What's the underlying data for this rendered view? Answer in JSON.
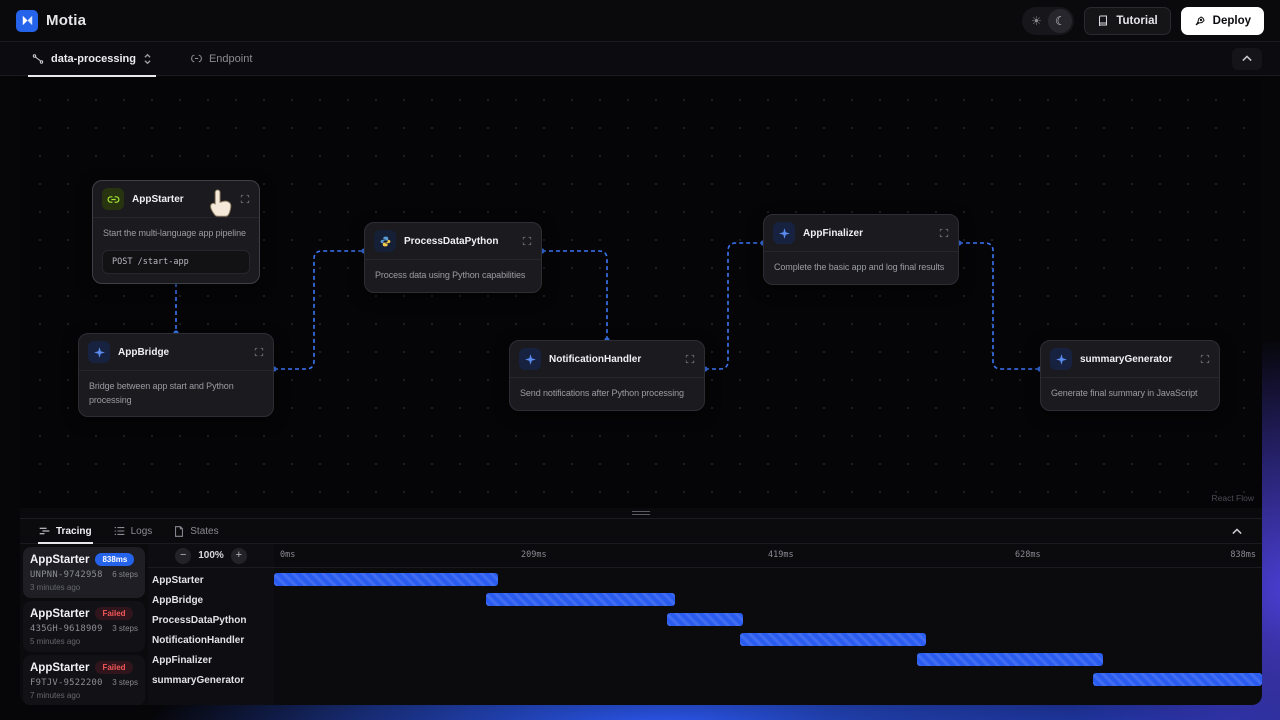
{
  "header": {
    "brand": "Motia",
    "tutorial_label": "Tutorial",
    "deploy_label": "Deploy"
  },
  "tabbar": {
    "flow_tab": "data-processing",
    "endpoint_tab": "Endpoint"
  },
  "canvas": {
    "attribution": "React Flow",
    "nodes": [
      {
        "title": "AppStarter",
        "desc": "Start the multi-language app pipeline",
        "api": "POST /start-app",
        "icon": "api-link-icon"
      },
      {
        "title": "ProcessDataPython",
        "desc": "Process data using Python capabilities",
        "icon": "python-icon"
      },
      {
        "title": "AppFinalizer",
        "desc": "Complete the basic app and log final results",
        "icon": "js-spark-icon"
      },
      {
        "title": "AppBridge",
        "desc": "Bridge between app start and Python processing",
        "icon": "js-spark-icon"
      },
      {
        "title": "NotificationHandler",
        "desc": "Send notifications after Python processing",
        "icon": "js-spark-icon"
      },
      {
        "title": "summaryGenerator",
        "desc": "Generate final summary in JavaScript",
        "icon": "js-spark-icon"
      }
    ]
  },
  "panel": {
    "tabs": [
      {
        "label": "Tracing"
      },
      {
        "label": "Logs"
      },
      {
        "label": "States"
      }
    ],
    "traces": [
      {
        "name": "AppStarter",
        "badge": "838ms",
        "id": "UNPNN-9742958",
        "steps": "6 steps",
        "time": "3 minutes ago"
      },
      {
        "name": "AppStarter",
        "badge": "Failed",
        "id": "435GH-9618909",
        "steps": "3 steps",
        "time": "5 minutes ago"
      },
      {
        "name": "AppStarter",
        "badge": "Failed",
        "id": "F9TJV-9522200",
        "steps": "3 steps",
        "time": "7 minutes ago"
      }
    ],
    "zoom": {
      "minus": "−",
      "level": "100%",
      "plus": "+"
    },
    "chart_data": {
      "type": "gantt",
      "unit": "ms",
      "total": 838,
      "axis_ticks": [
        "0ms",
        "209ms",
        "419ms",
        "628ms",
        "838ms"
      ],
      "rows": [
        {
          "label": "AppStarter",
          "start": 0,
          "end": 190
        },
        {
          "label": "AppBridge",
          "start": 180,
          "end": 340
        },
        {
          "label": "ProcessDataPython",
          "start": 333,
          "end": 398
        },
        {
          "label": "NotificationHandler",
          "start": 395,
          "end": 553
        },
        {
          "label": "AppFinalizer",
          "start": 545,
          "end": 703
        },
        {
          "label": "summaryGenerator",
          "start": 695,
          "end": 838
        }
      ]
    }
  },
  "colors": {
    "accent": "#2563eb",
    "bar_blue": "#2b5cf0",
    "edge_blue": "#3b76f6",
    "failed_red": "#f15858",
    "api_green": "#a3e635"
  }
}
